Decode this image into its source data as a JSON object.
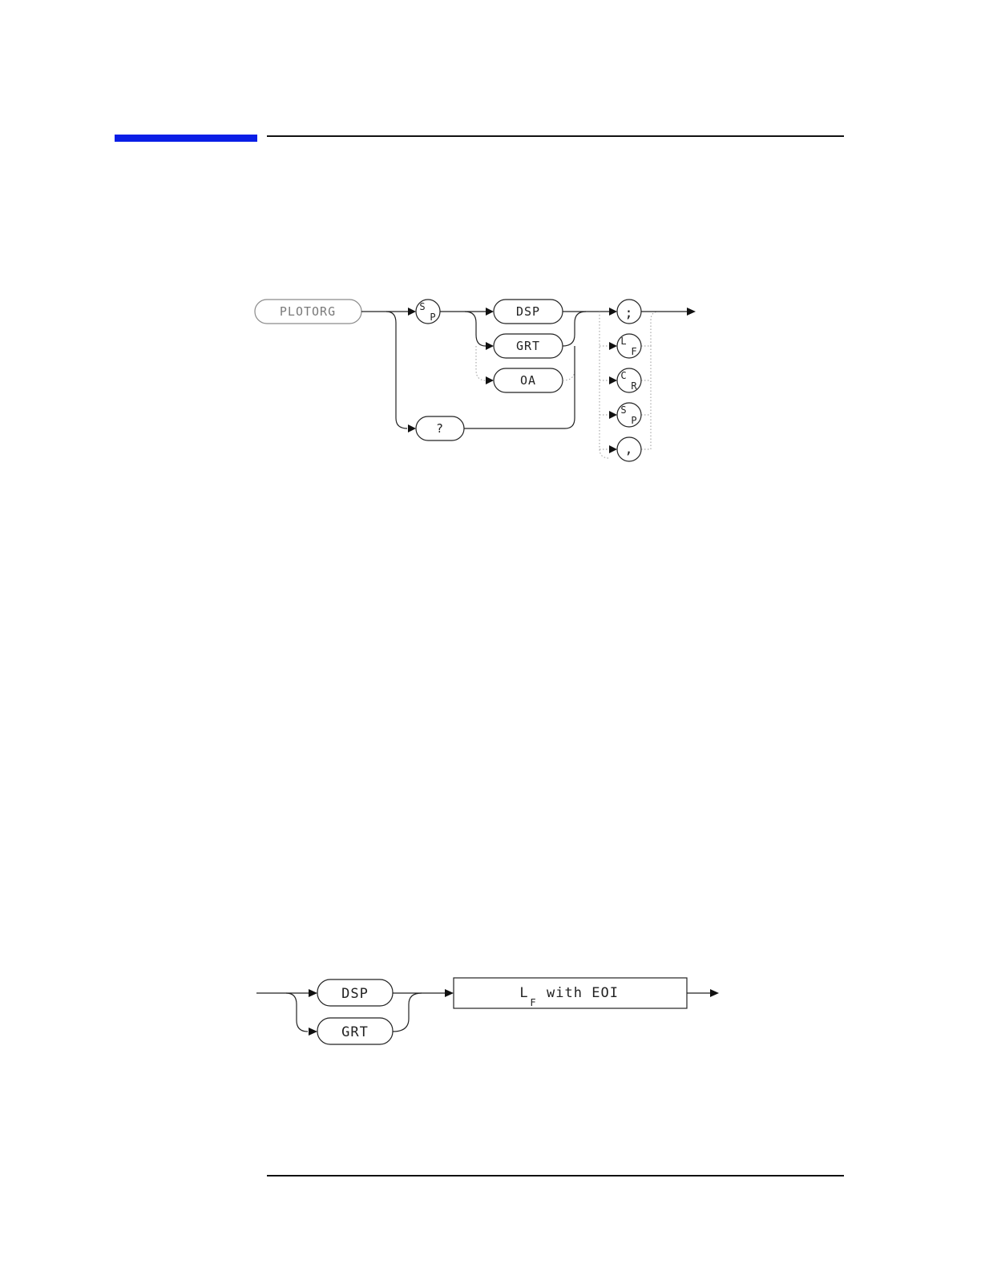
{
  "diagram1": {
    "keyword": "PLOTORG",
    "sp": {
      "a": "S",
      "b": "P"
    },
    "opt_dsp": "DSP",
    "opt_grt": "GRT",
    "opt_oa": "OA",
    "query": "?",
    "terminators": {
      "semicolon": ";",
      "lf": {
        "a": "L",
        "b": "F"
      },
      "cr": {
        "a": "C",
        "b": "R"
      },
      "sp": {
        "a": "S",
        "b": "P"
      },
      "comma": ","
    }
  },
  "diagram2": {
    "opt_dsp": "DSP",
    "opt_grt": "GRT",
    "box": {
      "l": "L",
      "f": "F",
      "rest": "with EOI"
    }
  }
}
